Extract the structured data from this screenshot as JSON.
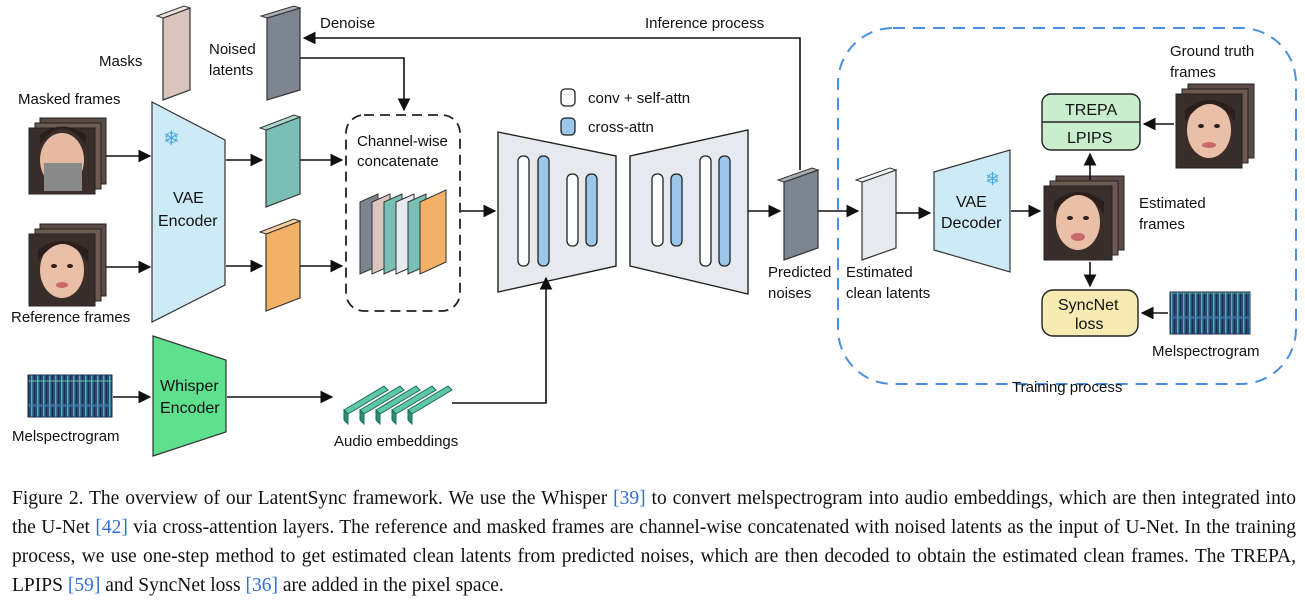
{
  "figure": {
    "labels": {
      "masks": "Masks",
      "noised_latents_1": "Noised",
      "noised_latents_2": "latents",
      "denoise": "Denoise",
      "inference_process": "Inference process",
      "masked_frames": "Masked frames",
      "reference_frames": "Reference frames",
      "vae_encoder_1": "VAE",
      "vae_encoder_2": "Encoder",
      "channel_concat_1": "Channel-wise",
      "channel_concat_2": "concatenate",
      "legend_conv": "conv + self-attn",
      "legend_cross": "cross-attn",
      "predicted_noises_1": "Predicted",
      "predicted_noises_2": "noises",
      "estimated_clean_1": "Estimated",
      "estimated_clean_2": "clean latents",
      "vae_decoder_1": "VAE",
      "vae_decoder_2": "Decoder",
      "trepa": "TREPA",
      "lpips": "LPIPS",
      "ground_truth_1": "Ground truth",
      "ground_truth_2": "frames",
      "estimated_frames_1": "Estimated",
      "estimated_frames_2": "frames",
      "syncnet_1": "SyncNet",
      "syncnet_2": "loss",
      "melspectrogram_right": "Melspectrogram",
      "training_process": "Training process",
      "melspectrogram_left": "Melspectrogram",
      "whisper_1": "Whisper",
      "whisper_2": "Encoder",
      "audio_embeddings": "Audio embeddings"
    },
    "colors": {
      "vae": "#cdeaf7",
      "whisper": "#5fe08f",
      "teal": "#79bfb5",
      "orange": "#f1b267",
      "gray_latent": "#7d8590",
      "mask_color": "#d9c5bd",
      "cross_attn": "#9cc6ea",
      "trepa_green": "#c9eecd",
      "syncnet_yellow": "#f8eab3",
      "training_dash": "#4a90e2",
      "unet_fill": "#e6e9ee"
    }
  },
  "caption": {
    "p1": "Figure 2. The overview of our LatentSync framework. We use the Whisper ",
    "r1": "[39]",
    "p2": " to convert melspectrogram into audio embeddings, which are then integrated into the U-Net ",
    "r2": "[42]",
    "p3": " via cross-attention layers.  The reference and masked frames are channel-wise concatenated with noised latents as the input of U-Net. In the training process, we use one-step method to get estimated clean latents from predicted noises, which are then decoded to obtain the estimated clean frames. The TREPA, LPIPS ",
    "r3": "[59]",
    "p4": " and SyncNet loss ",
    "r4": "[36]",
    "p5": " are added in the pixel space."
  }
}
